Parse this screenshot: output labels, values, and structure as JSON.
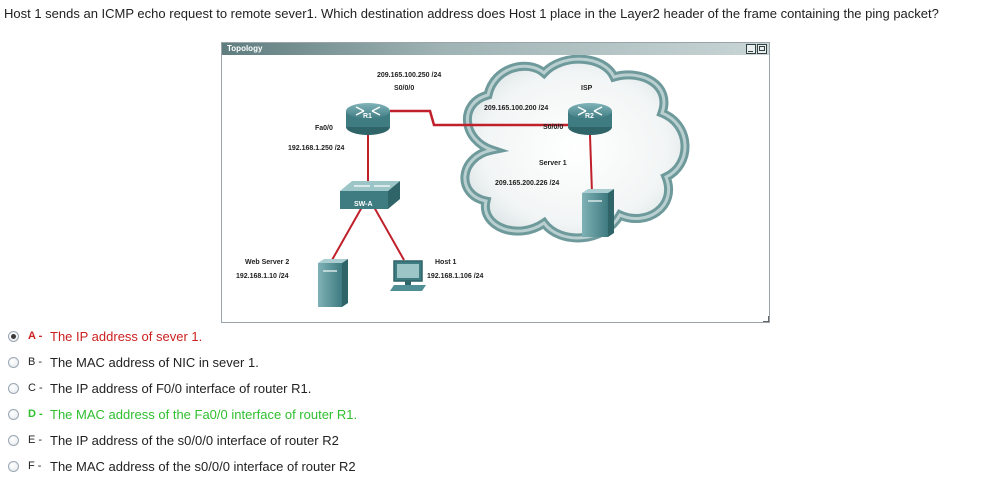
{
  "question": {
    "text": "Host 1 sends an ICMP echo request to remote sever1. Which destination address does Host 1 place in the Layer2 header of the frame containing the ping packet?"
  },
  "topology": {
    "title": "Topology",
    "labels": {
      "r1_s000_ip": "209.165.100.250 /24",
      "r1_s000": "S0/0/0",
      "r1_name": "R1",
      "r1_fa00": "Fa0/0",
      "r1_fa00_ip": "192.168.1.250 /24",
      "isp": "ISP",
      "r2_ip": "209.165.100.200 /24",
      "r2_s000": "S0/0/0",
      "r2_name": "R2",
      "server1": "Server 1",
      "server1_ip": "209.165.200.226 /24",
      "switch": "SW-A",
      "web_server": "Web Server 2",
      "web_server_ip": "192.168.1.10 /24",
      "host1": "Host 1",
      "host1_ip": "192.168.1.106 /24"
    }
  },
  "options": [
    {
      "letter": "A",
      "suffix": "-",
      "text": "The IP address of sever 1.",
      "selected": true,
      "status": "wrong"
    },
    {
      "letter": "B",
      "suffix": "-",
      "text": "The MAC address of NIC in sever 1.",
      "selected": false,
      "status": "none"
    },
    {
      "letter": "C",
      "suffix": "-",
      "text": "The IP address of F0/0 interface of router R1.",
      "selected": false,
      "status": "none"
    },
    {
      "letter": "D",
      "suffix": "-",
      "text": "The MAC address of the Fa0/0 interface of router R1.",
      "selected": false,
      "status": "correct"
    },
    {
      "letter": "E",
      "suffix": "-",
      "text": "The IP address of the s0/0/0 interface of router R2",
      "selected": false,
      "status": "none"
    },
    {
      "letter": "F",
      "suffix": "-",
      "text": "The MAC address of the s0/0/0 interface of router R2",
      "selected": false,
      "status": "none"
    }
  ],
  "colors": {
    "wrong": "#cc1f1f",
    "correct": "#2fbf2f",
    "link": "#c0202a",
    "device": "#4f8f95",
    "cloud_edge": "#6f9a9c"
  }
}
